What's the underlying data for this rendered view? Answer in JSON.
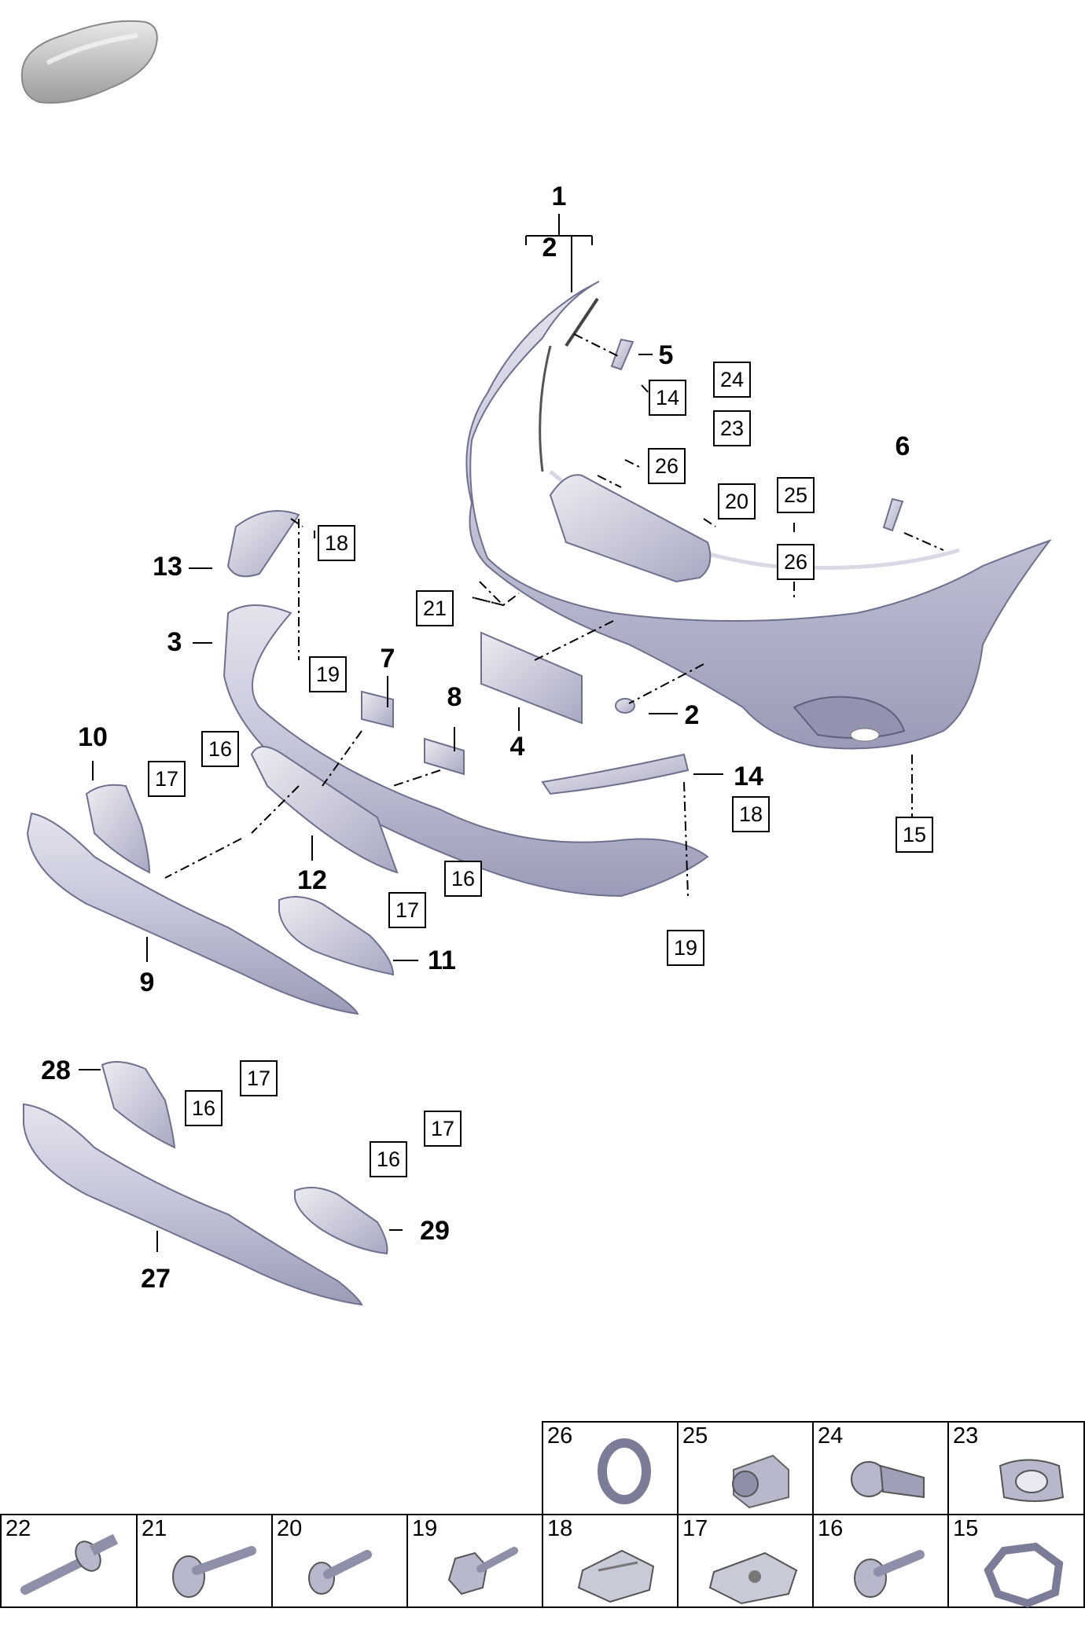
{
  "diagram": {
    "callouts": {
      "c1": "1",
      "c2_top": "2",
      "c5": "5",
      "c6": "6",
      "c13": "13",
      "c3": "3",
      "c7": "7",
      "c8": "8",
      "c4": "4",
      "c2_cap": "2",
      "c10": "10",
      "c14": "14",
      "c12": "12",
      "c9": "9",
      "c11": "11",
      "c28": "28",
      "c27": "27",
      "c29": "29"
    },
    "boxed_refs": {
      "b14_top": "14",
      "b24": "24",
      "b23": "23",
      "b26_mid": "26",
      "b20": "20",
      "b25": "25",
      "b26_right": "26",
      "b18_top": "18",
      "b21": "21",
      "b19_left": "19",
      "b16_a": "16",
      "b17_a": "17",
      "b18_right": "18",
      "b15": "15",
      "b16_b": "16",
      "b17_b": "17",
      "b19_bottom": "19",
      "b17_c": "17",
      "b16_c": "16",
      "b17_d": "17",
      "b16_d": "16"
    }
  },
  "parts_table": {
    "top_row": [
      "26",
      "25",
      "24",
      "23"
    ],
    "bottom_row": [
      "22",
      "21",
      "20",
      "19",
      "18",
      "17",
      "16",
      "15"
    ]
  }
}
